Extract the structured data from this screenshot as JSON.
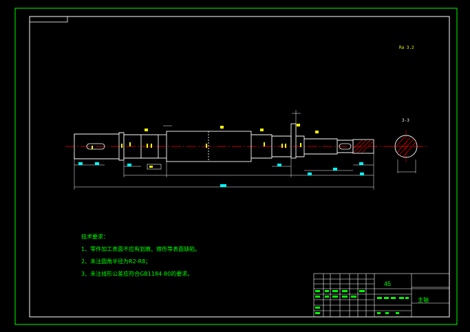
{
  "drawing": {
    "technical_requirements": {
      "heading": "技术要求：",
      "items": [
        "1、零件加工表面不应有划痕、擦伤等表面缺陷。",
        "2、未注圆角半径为R2-R8；",
        "3、未注线形公差应符合GB1184-80的要求。"
      ]
    },
    "title_block": {
      "material": "45",
      "part_name": "主轴"
    },
    "section_label": "3-3",
    "roughness_note": "Ra 3.2"
  },
  "colors": {
    "background": "#000000",
    "frame": "#00ff00",
    "outline": "#ffffff",
    "centerline": "#ff0000",
    "dimension": "#00ffff",
    "annotation": "#ffff00",
    "hatch": "#ff0000"
  }
}
